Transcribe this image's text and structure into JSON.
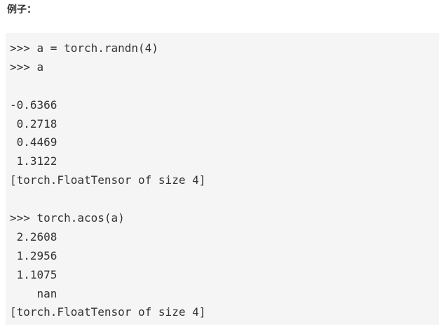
{
  "heading": "例子：",
  "code_lines": [
    ">>> a = torch.randn(4)",
    ">>> a",
    "",
    "-0.6366",
    " 0.2718",
    " 0.4469",
    " 1.3122",
    "[torch.FloatTensor of size 4]",
    "",
    ">>> torch.acos(a)",
    " 2.2608",
    " 1.2956",
    " 1.1075",
    "    nan",
    "[torch.FloatTensor of size 4]"
  ]
}
